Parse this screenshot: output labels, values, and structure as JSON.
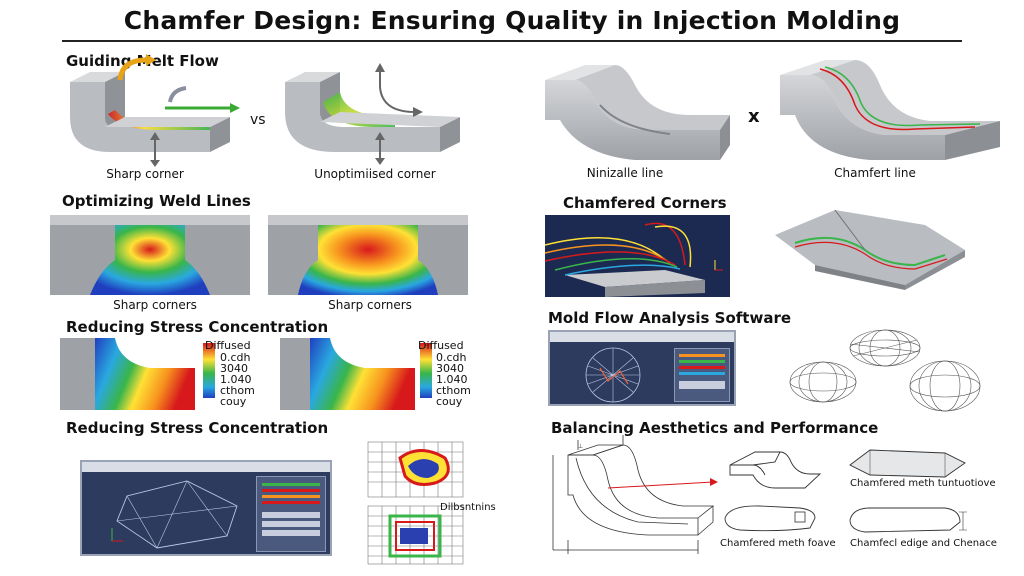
{
  "title": "Chamfer Design: Ensuring Quality in Injection Molding",
  "sections": {
    "melt_flow": {
      "heading": "Guiding Melt Flow",
      "vs": "vs",
      "left_caption": "Sharp corner",
      "right_caption": "Unoptimiised corner"
    },
    "lines": {
      "left_caption": "Ninizalle line",
      "cross": "x",
      "right_caption": "Chamfert line"
    },
    "weld_lines": {
      "heading": "Optimizing Weld Lines",
      "left_caption": "Sharp corners",
      "right_caption": "Sharp corners"
    },
    "chamfered_corners": {
      "heading": "Chamfered Corners"
    },
    "stress_1": {
      "heading": "Reducing Stress Concentration",
      "legend_left": [
        "Diffused",
        "0.cdh",
        "3040",
        "1.040",
        "cthom",
        "couy"
      ],
      "legend_right": [
        "Diffused",
        "0.cdh",
        "3040",
        "1.040",
        "cthom",
        "couy"
      ]
    },
    "mold_flow": {
      "heading": "Mold Flow Analysis Software"
    },
    "stress_2": {
      "heading": "Reducing Stress Concentration",
      "label": "Dilbsntnins"
    },
    "aesthetics": {
      "heading": "Balancing Aesthetics and Performance",
      "caption_1": "Chamfered meth tuntuotiove",
      "caption_2": "Chamfered meth foave",
      "caption_3": "Chamfecl edige and Chenace"
    }
  },
  "colors": {
    "heat_red": "#d7191c",
    "heat_yellow": "#ffe135",
    "heat_green": "#39b54a",
    "heat_blue": "#1f3fbf",
    "panel_blue": "#2d3c5e",
    "metal": "#b9bcc1"
  }
}
